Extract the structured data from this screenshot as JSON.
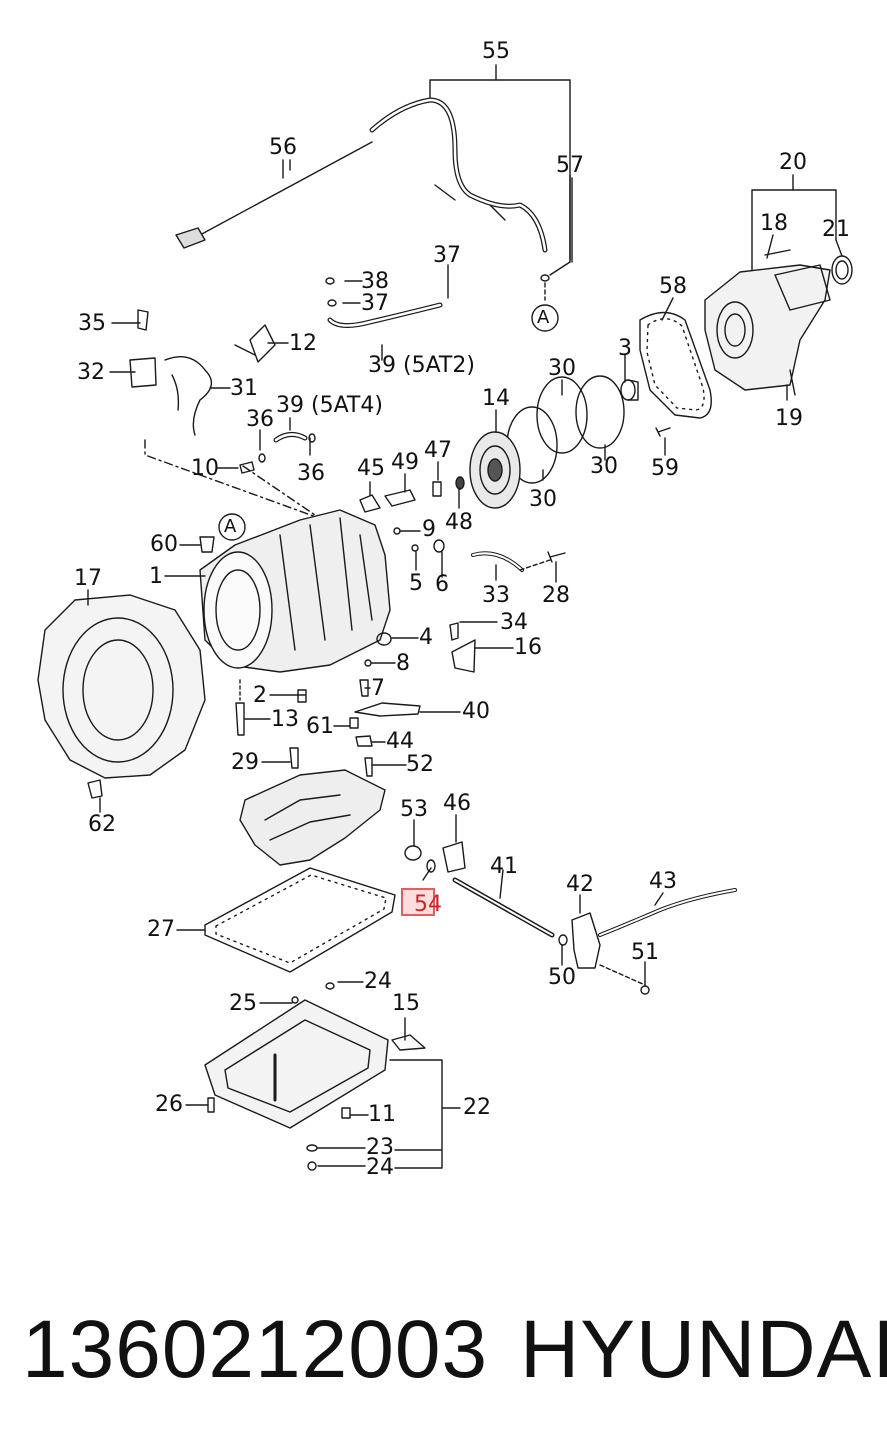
{
  "diagram": {
    "callouts": [
      {
        "id": "c55",
        "text": "55"
      },
      {
        "id": "c56",
        "text": "56"
      },
      {
        "id": "c57",
        "text": "57"
      },
      {
        "id": "c20",
        "text": "20"
      },
      {
        "id": "c18",
        "text": "18"
      },
      {
        "id": "c21",
        "text": "21"
      },
      {
        "id": "c37a",
        "text": "37"
      },
      {
        "id": "c38",
        "text": "38"
      },
      {
        "id": "c37b",
        "text": "37"
      },
      {
        "id": "c39a",
        "text": "39 (5AT2)"
      },
      {
        "id": "c58",
        "text": "58"
      },
      {
        "id": "c35",
        "text": "35"
      },
      {
        "id": "c12",
        "text": "12"
      },
      {
        "id": "c32",
        "text": "32"
      },
      {
        "id": "c31",
        "text": "31"
      },
      {
        "id": "c3",
        "text": "3"
      },
      {
        "id": "c30a",
        "text": "30"
      },
      {
        "id": "c19",
        "text": "19"
      },
      {
        "id": "c36a",
        "text": "36"
      },
      {
        "id": "c39b",
        "text": "39 (5AT4)"
      },
      {
        "id": "c14",
        "text": "14"
      },
      {
        "id": "c36b",
        "text": "36"
      },
      {
        "id": "c30b",
        "text": "30"
      },
      {
        "id": "c30c",
        "text": "30"
      },
      {
        "id": "c59",
        "text": "59"
      },
      {
        "id": "c10",
        "text": "10"
      },
      {
        "id": "c45",
        "text": "45"
      },
      {
        "id": "c49",
        "text": "49"
      },
      {
        "id": "c47",
        "text": "47"
      },
      {
        "id": "c48",
        "text": "48"
      },
      {
        "id": "c60",
        "text": "60"
      },
      {
        "id": "c9",
        "text": "9"
      },
      {
        "id": "c17",
        "text": "17"
      },
      {
        "id": "c1",
        "text": "1"
      },
      {
        "id": "c5",
        "text": "5"
      },
      {
        "id": "c6",
        "text": "6"
      },
      {
        "id": "c33",
        "text": "33"
      },
      {
        "id": "c28",
        "text": "28"
      },
      {
        "id": "c34",
        "text": "34"
      },
      {
        "id": "c4",
        "text": "4"
      },
      {
        "id": "c16",
        "text": "16"
      },
      {
        "id": "c8",
        "text": "8"
      },
      {
        "id": "c7",
        "text": "7"
      },
      {
        "id": "c2",
        "text": "2"
      },
      {
        "id": "c40",
        "text": "40"
      },
      {
        "id": "c13",
        "text": "13"
      },
      {
        "id": "c61",
        "text": "61"
      },
      {
        "id": "c44",
        "text": "44"
      },
      {
        "id": "c29",
        "text": "29"
      },
      {
        "id": "c52",
        "text": "52"
      },
      {
        "id": "c62",
        "text": "62"
      },
      {
        "id": "c53",
        "text": "53"
      },
      {
        "id": "c46",
        "text": "46"
      },
      {
        "id": "c41",
        "text": "41"
      },
      {
        "id": "c42",
        "text": "42"
      },
      {
        "id": "c43",
        "text": "43"
      },
      {
        "id": "c54",
        "text": "54"
      },
      {
        "id": "c27",
        "text": "27"
      },
      {
        "id": "c50",
        "text": "50"
      },
      {
        "id": "c51",
        "text": "51"
      },
      {
        "id": "c24a",
        "text": "24"
      },
      {
        "id": "c25",
        "text": "25"
      },
      {
        "id": "c15",
        "text": "15"
      },
      {
        "id": "c22",
        "text": "22"
      },
      {
        "id": "c26",
        "text": "26"
      },
      {
        "id": "c11",
        "text": "11"
      },
      {
        "id": "c23",
        "text": "23"
      },
      {
        "id": "c24b",
        "text": "24"
      }
    ],
    "markers": [
      {
        "id": "mA1",
        "text": "A"
      },
      {
        "id": "mA2",
        "text": "A"
      }
    ],
    "highlighted_part": "54",
    "colors": {
      "ink": "#1a1a1a",
      "highlight": "#e06060"
    }
  },
  "footer": {
    "part_number": "1360212003",
    "brand": "HYUNDAI"
  }
}
